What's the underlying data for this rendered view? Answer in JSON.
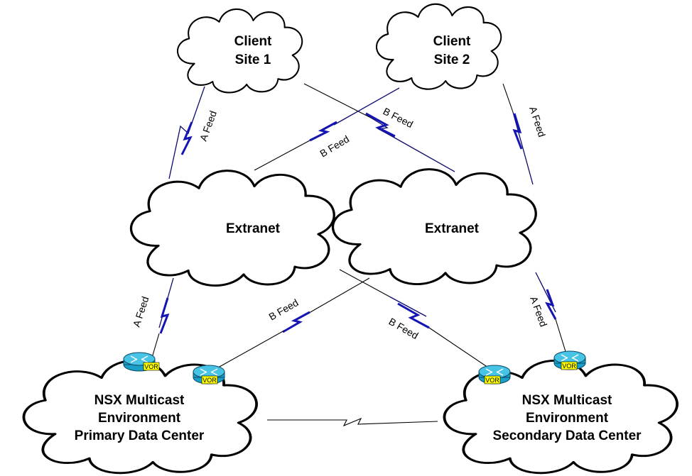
{
  "clouds": {
    "client1": {
      "line1": "Client",
      "line2": "Site 1"
    },
    "client2": {
      "line1": "Client",
      "line2": "Site 2"
    },
    "extranet_left": {
      "label": "Extranet"
    },
    "extranet_right": {
      "label": "Extranet"
    },
    "primary_dc": {
      "line1": "NSX Multicast",
      "line2": "Environment",
      "line3": "Primary Data Center"
    },
    "secondary_dc": {
      "line1": "NSX Multicast",
      "line2": "Environment",
      "line3": "Secondary Data Center"
    }
  },
  "links": {
    "a_feed_label": "A Feed",
    "b_feed_label": "B Feed"
  },
  "routers": {
    "tag": "VOR"
  },
  "colors": {
    "feed_bolt": "#1515b4",
    "navy_line": "#0a0a6e",
    "router": "#1aa0c8",
    "vor_tag": "#ffff00"
  }
}
